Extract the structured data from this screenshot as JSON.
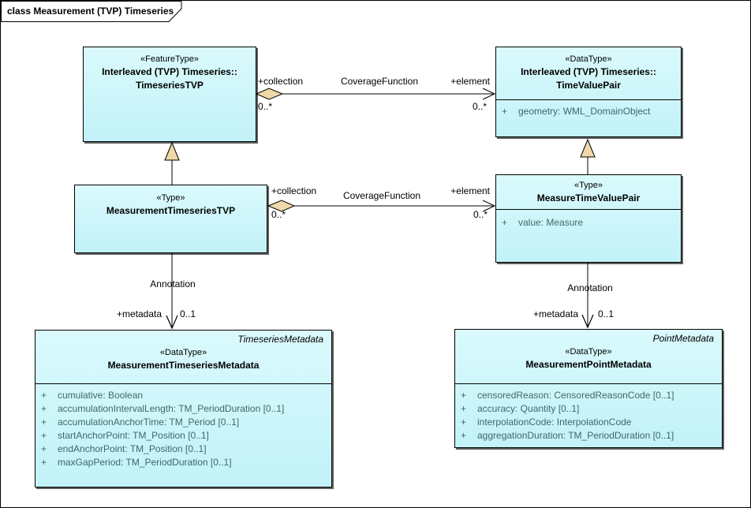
{
  "frame": {
    "label": "class Measurement (TVP) Timeseries"
  },
  "classes": {
    "timeseriesTVP": {
      "stereotype": "«FeatureType»",
      "name1": "Interleaved (TVP) Timeseries::",
      "name2": "TimeseriesTVP"
    },
    "timeValuePair": {
      "stereotype": "«DataType»",
      "name1": "Interleaved (TVP) Timeseries::",
      "name2": "TimeValuePair",
      "attrs": [
        {
          "vis": "+",
          "text": "geometry: WML_DomainObject"
        }
      ]
    },
    "measurementTimeseriesTVP": {
      "stereotype": "«Type»",
      "name1": "MeasurementTimeseriesTVP"
    },
    "measureTimeValuePair": {
      "stereotype": "«Type»",
      "name1": "MeasureTimeValuePair",
      "attrs": [
        {
          "vis": "+",
          "text": "value: Measure"
        }
      ]
    },
    "measurementTimeseriesMetadata": {
      "tag": "TimeseriesMetadata",
      "stereotype": "«DataType»",
      "name1": "MeasurementTimeseriesMetadata",
      "attrs": [
        {
          "vis": "+",
          "text": "cumulative: Boolean"
        },
        {
          "vis": "+",
          "text": "accumulationIntervalLength: TM_PeriodDuration [0..1]"
        },
        {
          "vis": "+",
          "text": "accumulationAnchorTime: TM_Period [0..1]"
        },
        {
          "vis": "+",
          "text": "startAnchorPoint: TM_Position [0..1]"
        },
        {
          "vis": "+",
          "text": "endAnchorPoint: TM_Position [0..1]"
        },
        {
          "vis": "+",
          "text": "maxGapPeriod: TM_PeriodDuration [0..1]"
        }
      ]
    },
    "measurementPointMetadata": {
      "tag": "PointMetadata",
      "stereotype": "«DataType»",
      "name1": "MeasurementPointMetadata",
      "attrs": [
        {
          "vis": "+",
          "text": "censoredReason: CensoredReasonCode [0..1]"
        },
        {
          "vis": "+",
          "text": "accuracy: Quantity [0..1]"
        },
        {
          "vis": "+",
          "text": "interpolationCode: InterpolationCode"
        },
        {
          "vis": "+",
          "text": "aggregationDuration: TM_PeriodDuration [0..1]"
        }
      ]
    }
  },
  "connectors": {
    "coverage1": {
      "name": "CoverageFunction",
      "source_role": "+collection",
      "source_mult": "0..*",
      "target_role": "+element",
      "target_mult": "0..*"
    },
    "coverage2": {
      "name": "CoverageFunction",
      "source_role": "+collection",
      "source_mult": "0..*",
      "target_role": "+element",
      "target_mult": "0..*"
    },
    "annotation1": {
      "name": "Annotation",
      "target_role": "+metadata",
      "target_mult": "0..1"
    },
    "annotation2": {
      "name": "Annotation",
      "target_role": "+metadata",
      "target_mult": "0..1"
    }
  },
  "colors": {
    "box_fill_top": "#DAFAFD",
    "box_fill_bottom": "#C2F2F8",
    "box_border": "#000000",
    "shadow": "#5F5F5F",
    "connector_diamond": "#F0D9A8",
    "attribute_text": "#3F6868"
  }
}
